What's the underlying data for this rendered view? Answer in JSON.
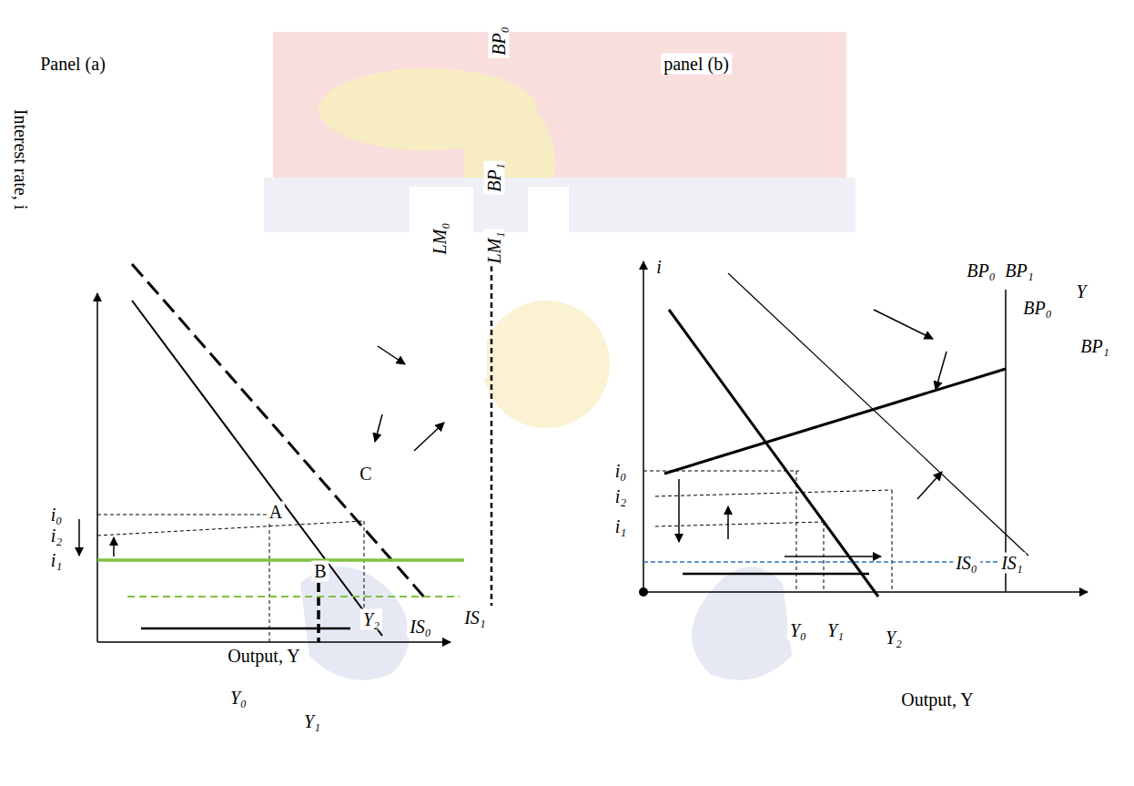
{
  "diagram": {
    "labels": [
      "Panel (a)",
      "panel (b)",
      "BP₀",
      "BP₁",
      "LM₀",
      "LM₁",
      "Interest rate, i",
      "i₀",
      "i₂",
      "i₁",
      "C",
      "A",
      "B",
      "Y₂",
      "IS₀",
      "IS₁",
      "Output, Y",
      "Y₀",
      "Y₁",
      "i",
      "BP₀",
      "BP₁",
      "BP₀",
      "Y",
      "BP₁",
      "i₀",
      "i₂",
      "i₁",
      "IS₀",
      "IS₁",
      "Y₀",
      "Y₁",
      "Y₂",
      "Output, Y"
    ]
  }
}
